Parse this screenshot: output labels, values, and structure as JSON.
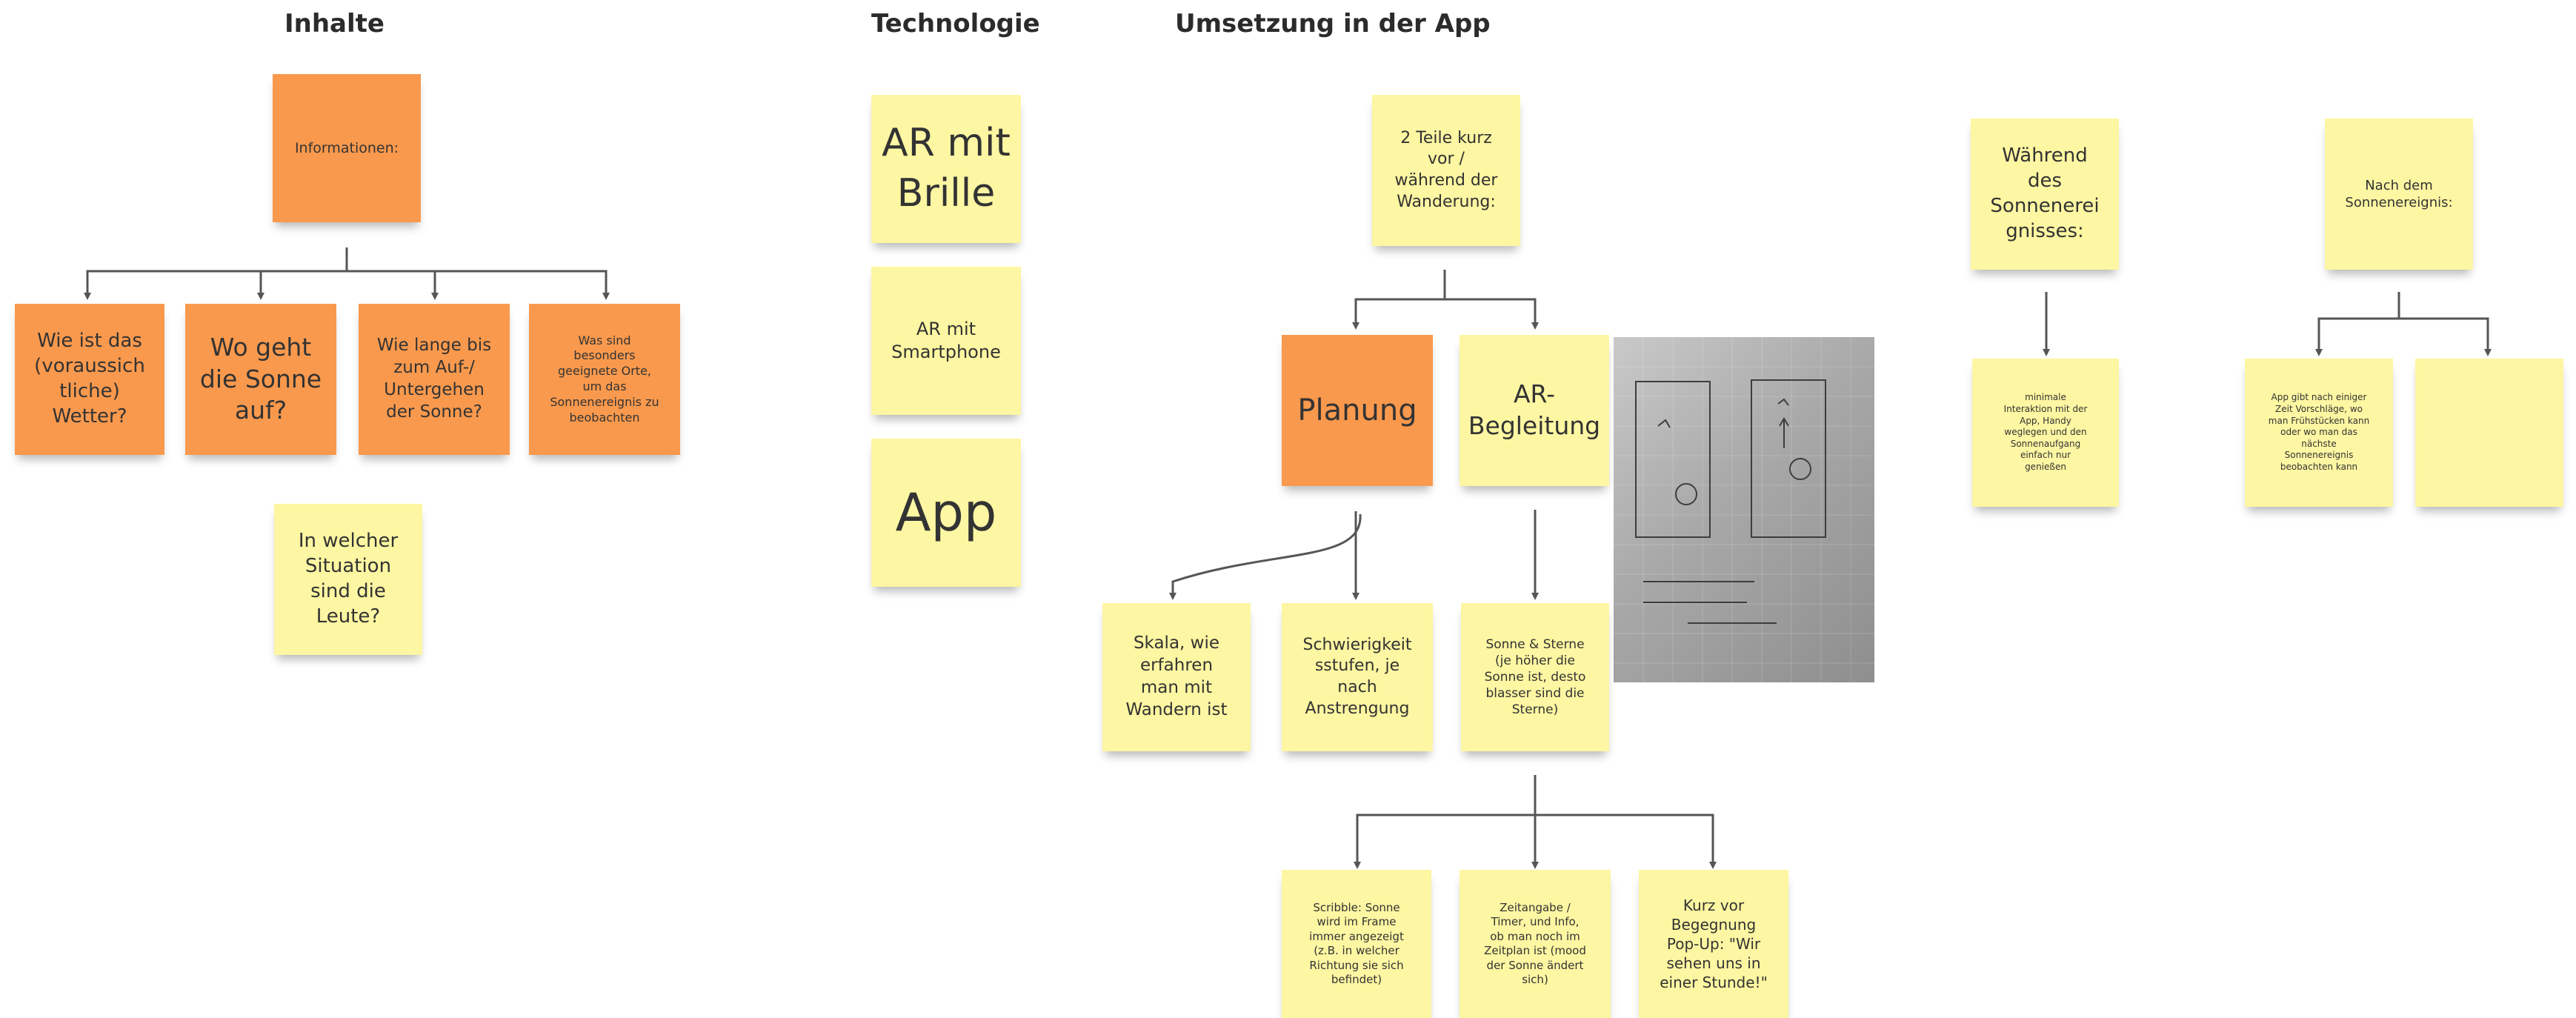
{
  "headings": {
    "inhalte": "Inhalte",
    "technologie": "Technologie",
    "umsetzung": "Umsetzung in der App"
  },
  "inhalte": {
    "informationen": "Informationen:",
    "wetter": "Wie ist das\n(voraussich\ntliche)\nWetter?",
    "sonne_auf": "Wo geht\ndie Sonne\nauf?",
    "wie_lange": "Wie lange bis\nzum Auf-/\nUntergehen\nder Sonne?",
    "orte": "Was sind\nbesonders\ngeeignete Orte,\num das\nSonnenereignis zu\nbeobachten",
    "situation": "In welcher\nSituation\nsind die\nLeute?"
  },
  "technologie": {
    "ar_brille": "AR mit\nBrille",
    "ar_smartphone": "AR mit\nSmartphone",
    "app": "App"
  },
  "umsetzung": {
    "zwei_teile": "2 Teile kurz\nvor /\nwährend der\nWanderung:",
    "planung": "Planung",
    "ar_begleitung": "AR-\nBegleitung",
    "skala": "Skala, wie\nerfahren\nman mit\nWandern ist",
    "schwierigkeit": "Schwierigkeit\nsstufen, je\nnach\nAnstrengung",
    "sonne_sterne": "Sonne & Sterne\n(je höher die\nSonne ist, desto\nblasser sind die\nSterne)",
    "scribble": "Scribble: Sonne\nwird im Frame\nimmer angezeigt\n(z.B. in welcher\nRichtung sie sich\nbefindet)",
    "zeitangabe": "Zeitangabe /\nTimer, und Info,\nob man noch im\nZeitplan ist (mood\nder Sonne ändert\nsich)",
    "kurz_vor": "Kurz vor\nBegegnung\nPop-Up: \"Wir\nsehen uns in\neiner Stunde!\"",
    "waehrend": "Während\ndes\nSonnenerei\ngnisses:",
    "minimale": "minimale\nInteraktion mit der\nApp, Handy\nweglegen und den\nSonnenaufgang\neinfach nur\ngenießen",
    "nach_dem": "Nach dem\nSonnenereignis:",
    "app_gibt": "App gibt nach einiger\nZeit Vorschläge, wo\nman Frühstücken kann\noder wo man das\nnächste\nSonnenereignis\nbeobachten kann",
    "leer": ""
  },
  "photo": {
    "icon": "sketch-photo-icon"
  },
  "colors": {
    "yellow": "#fdf6a2",
    "orange": "#f9994d",
    "connector": "#555555"
  }
}
